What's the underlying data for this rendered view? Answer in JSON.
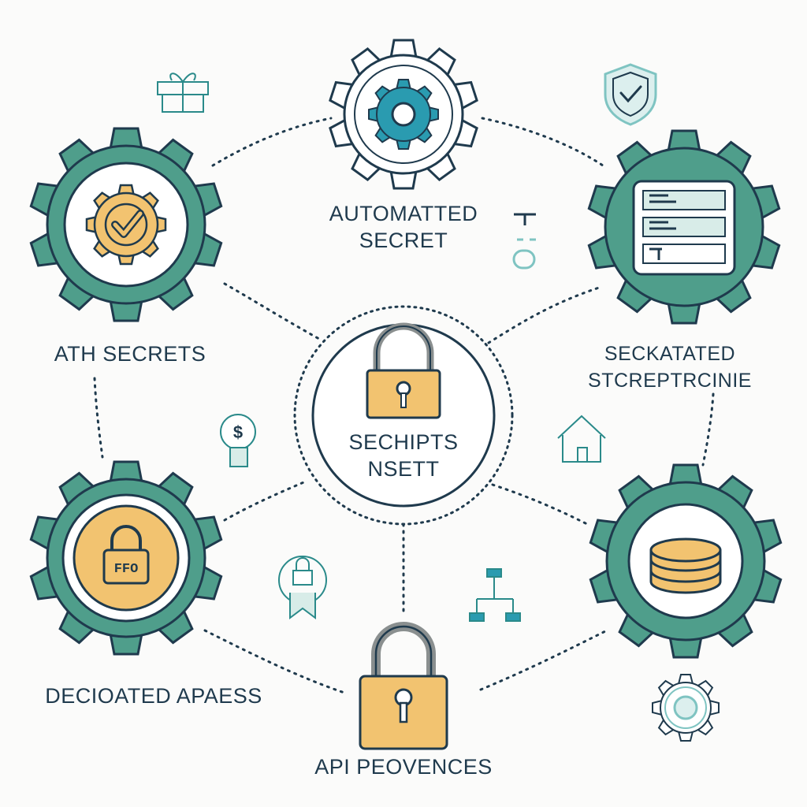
{
  "center": {
    "line1": "SECHIPTS",
    "line2": "NSETT"
  },
  "nodes": {
    "top": {
      "line1": "AUTOMATTED",
      "line2": "SECRET"
    },
    "left": {
      "label": "ATH SECRETS"
    },
    "right": {
      "line1": "SECKATATED",
      "line2": "STCREPTRCINIE"
    },
    "bottom_left": {
      "label": "DECIOATED APAESS"
    },
    "bottom": {
      "label": "API PEOVENCES"
    }
  },
  "badge_text": "FFO",
  "colors": {
    "teal": "#4f9e8b",
    "navy": "#1f3a4d",
    "gold": "#f2c370",
    "light_teal": "#7fc4c2",
    "bright_teal": "#2a9bb0"
  },
  "icons": [
    "gift-icon",
    "shield-check-icon",
    "dollar-bulb-icon",
    "house-icon",
    "lock-ribbon-icon",
    "org-chart-icon",
    "outline-gear-icon",
    "key-glyph-icon"
  ]
}
